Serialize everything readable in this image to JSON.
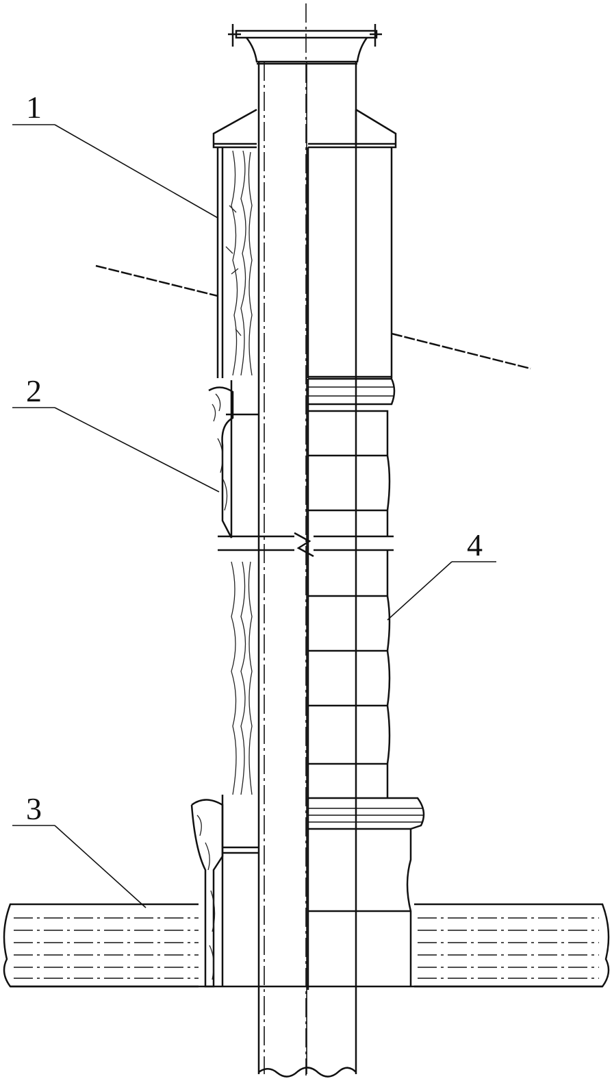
{
  "labels": {
    "label_1": "1",
    "label_2": "2",
    "label_3": "3",
    "label_4": "4"
  },
  "colors": {
    "line": "#111111",
    "background": "#ffffff"
  }
}
